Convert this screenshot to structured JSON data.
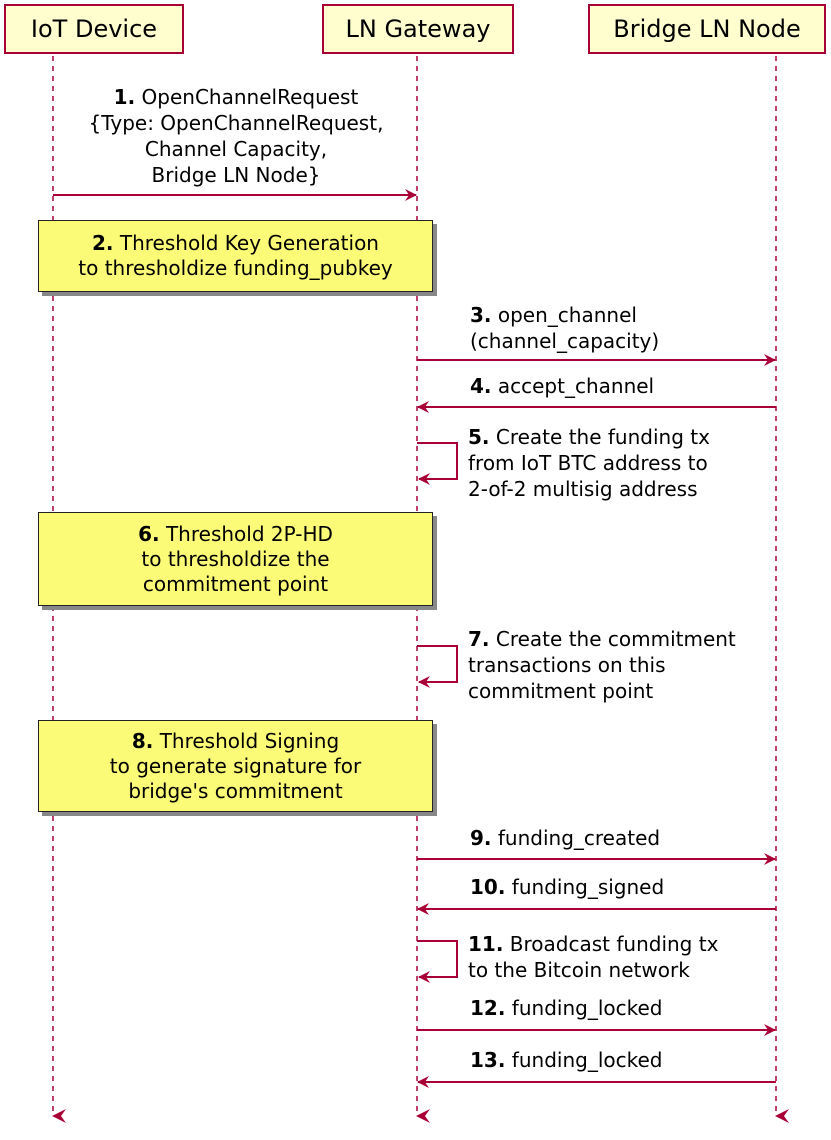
{
  "participants": [
    {
      "id": "iot",
      "label": "IoT Device"
    },
    {
      "id": "gw",
      "label": "LN Gateway"
    },
    {
      "id": "bridge",
      "label": "Bridge LN Node"
    }
  ],
  "messages": [
    {
      "num": "1.",
      "lines": [
        "OpenChannelRequest",
        "{Type: OpenChannelRequest,",
        "Channel Capacity,",
        "Bridge LN Node}"
      ],
      "from": "iot",
      "to": "gw"
    },
    {
      "num": "2.",
      "lines": [
        "Threshold Key Generation",
        "to thresholdize funding_pubkey"
      ],
      "note": true
    },
    {
      "num": "3.",
      "lines": [
        "open_channel",
        "(channel_capacity)"
      ],
      "from": "gw",
      "to": "bridge"
    },
    {
      "num": "4.",
      "lines": [
        "accept_channel"
      ],
      "from": "bridge",
      "to": "gw"
    },
    {
      "num": "5.",
      "lines": [
        "Create the funding tx",
        "from IoT BTC address to",
        "2-of-2 multisig address"
      ],
      "from": "gw",
      "to": "gw"
    },
    {
      "num": "6.",
      "lines": [
        "Threshold 2P-HD",
        "to thresholdize the",
        "commitment point"
      ],
      "note": true
    },
    {
      "num": "7.",
      "lines": [
        "Create the commitment",
        "transactions on this",
        "commitment point"
      ],
      "from": "gw",
      "to": "gw"
    },
    {
      "num": "8.",
      "lines": [
        "Threshold Signing",
        "to generate signature for",
        "bridge's commitment"
      ],
      "note": true
    },
    {
      "num": "9.",
      "lines": [
        "funding_created"
      ],
      "from": "gw",
      "to": "bridge"
    },
    {
      "num": "10.",
      "lines": [
        "funding_signed"
      ],
      "from": "bridge",
      "to": "gw"
    },
    {
      "num": "11.",
      "lines": [
        "Broadcast funding tx",
        "to the Bitcoin network"
      ],
      "from": "gw",
      "to": "gw"
    },
    {
      "num": "12.",
      "lines": [
        "funding_locked"
      ],
      "from": "gw",
      "to": "bridge"
    },
    {
      "num": "13.",
      "lines": [
        "funding_locked"
      ],
      "from": "bridge",
      "to": "gw"
    }
  ],
  "colors": {
    "line": "#A80036",
    "participant_fill": "#FEFECE",
    "note_fill": "#FBFB77",
    "note_border": "#222222"
  }
}
